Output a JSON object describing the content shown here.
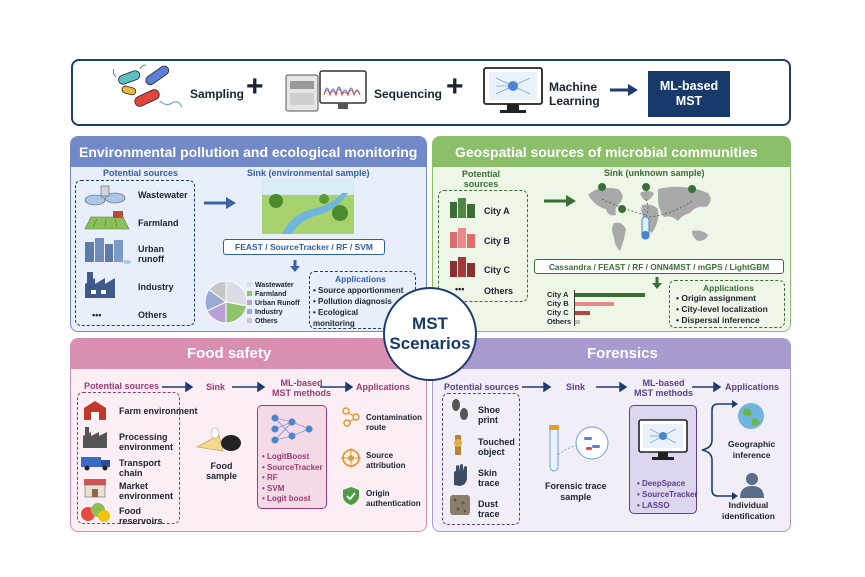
{
  "top": {
    "sampling": "Sampling",
    "sequencing": "Sequencing",
    "machine_learning": "Machine\nLearning",
    "plus": "+",
    "result": "ML-based\nMST"
  },
  "center": "MST\nScenarios",
  "env": {
    "title": "Environmental pollution and ecological monitoring",
    "sources_title": "Potential sources",
    "sources": [
      "Wastewater",
      "Farmland",
      "Urban\nrunoff",
      "Industry",
      "Others"
    ],
    "dots": "•••",
    "sink_title": "Sink (environmental sample)",
    "methods": "FEAST / SourceTracker / RF / SVM",
    "legend": [
      "Wastewater",
      "Farmland",
      "Urban Runoff",
      "Industry",
      "Others"
    ],
    "apps_title": "Applications",
    "apps": [
      "Source apportionment",
      "Pollution diagnosis",
      "Ecological\nmonitoring"
    ],
    "colors": {
      "header": "#7189c6",
      "bg": "#e8eefa",
      "pie": [
        "#d9dde6",
        "#8fc46d",
        "#b9a0d6",
        "#9aa9d6",
        "#c7c7c7"
      ]
    }
  },
  "geo": {
    "title": "Geospatial sources of microbial communities",
    "sources_title": "Potential\nsources",
    "sources": [
      "City A",
      "City B",
      "City C",
      "Others"
    ],
    "dots": "•••",
    "sink_title": "Sink (unknown sample)",
    "methods": "Cassandra / FEAST / RF / ONN4MST / mGPS / LightGBM",
    "bars": [
      "City A",
      "City B",
      "City C",
      "Others"
    ],
    "apps_title": "Applications",
    "apps": [
      "Origin assignment",
      "City-level localization",
      "Dispersal inference"
    ],
    "colors": {
      "header": "#8cbf6a",
      "bg": "#eef6e8",
      "bars": [
        "#3b6e34",
        "#e58a8a",
        "#b24545",
        "#bdbdbd"
      ]
    }
  },
  "food": {
    "title": "Food safety",
    "flow": [
      "Potential sources",
      "Sink",
      "ML-based\nMST methods",
      "Applications"
    ],
    "sources": [
      "Farm environment",
      "Processing\nenvironment",
      "Transport\nchain",
      "Market\nenvironment",
      "Food\nreservoirs"
    ],
    "sink": "Food\nsample",
    "methods": [
      "LogitBoost",
      "SourceTracker",
      "RF",
      "SVM",
      "Logit boost"
    ],
    "apps": [
      "Contamination\nroute",
      "Source\nattribution",
      "Origin\nauthentication"
    ],
    "colors": {
      "header": "#d98fb1",
      "bg": "#fbeef4",
      "accent": "#9b3b74"
    }
  },
  "forensics": {
    "title": "Forensics",
    "flow": [
      "Potential sources",
      "Sink",
      "ML-based\nMST methods",
      "Applications"
    ],
    "sources": [
      "Shoe\nprint",
      "Touched\nobject",
      "Skin\ntrace",
      "Dust\ntrace"
    ],
    "sink": "Forensic trace\nsample",
    "methods": [
      "DeepSpace",
      "SourceTracker",
      "LASSO"
    ],
    "apps": [
      "Geographic\ninference",
      "Individual\nidentification"
    ],
    "colors": {
      "header": "#a99bd0",
      "bg": "#f1eef8",
      "accent": "#5b3f8c"
    }
  }
}
